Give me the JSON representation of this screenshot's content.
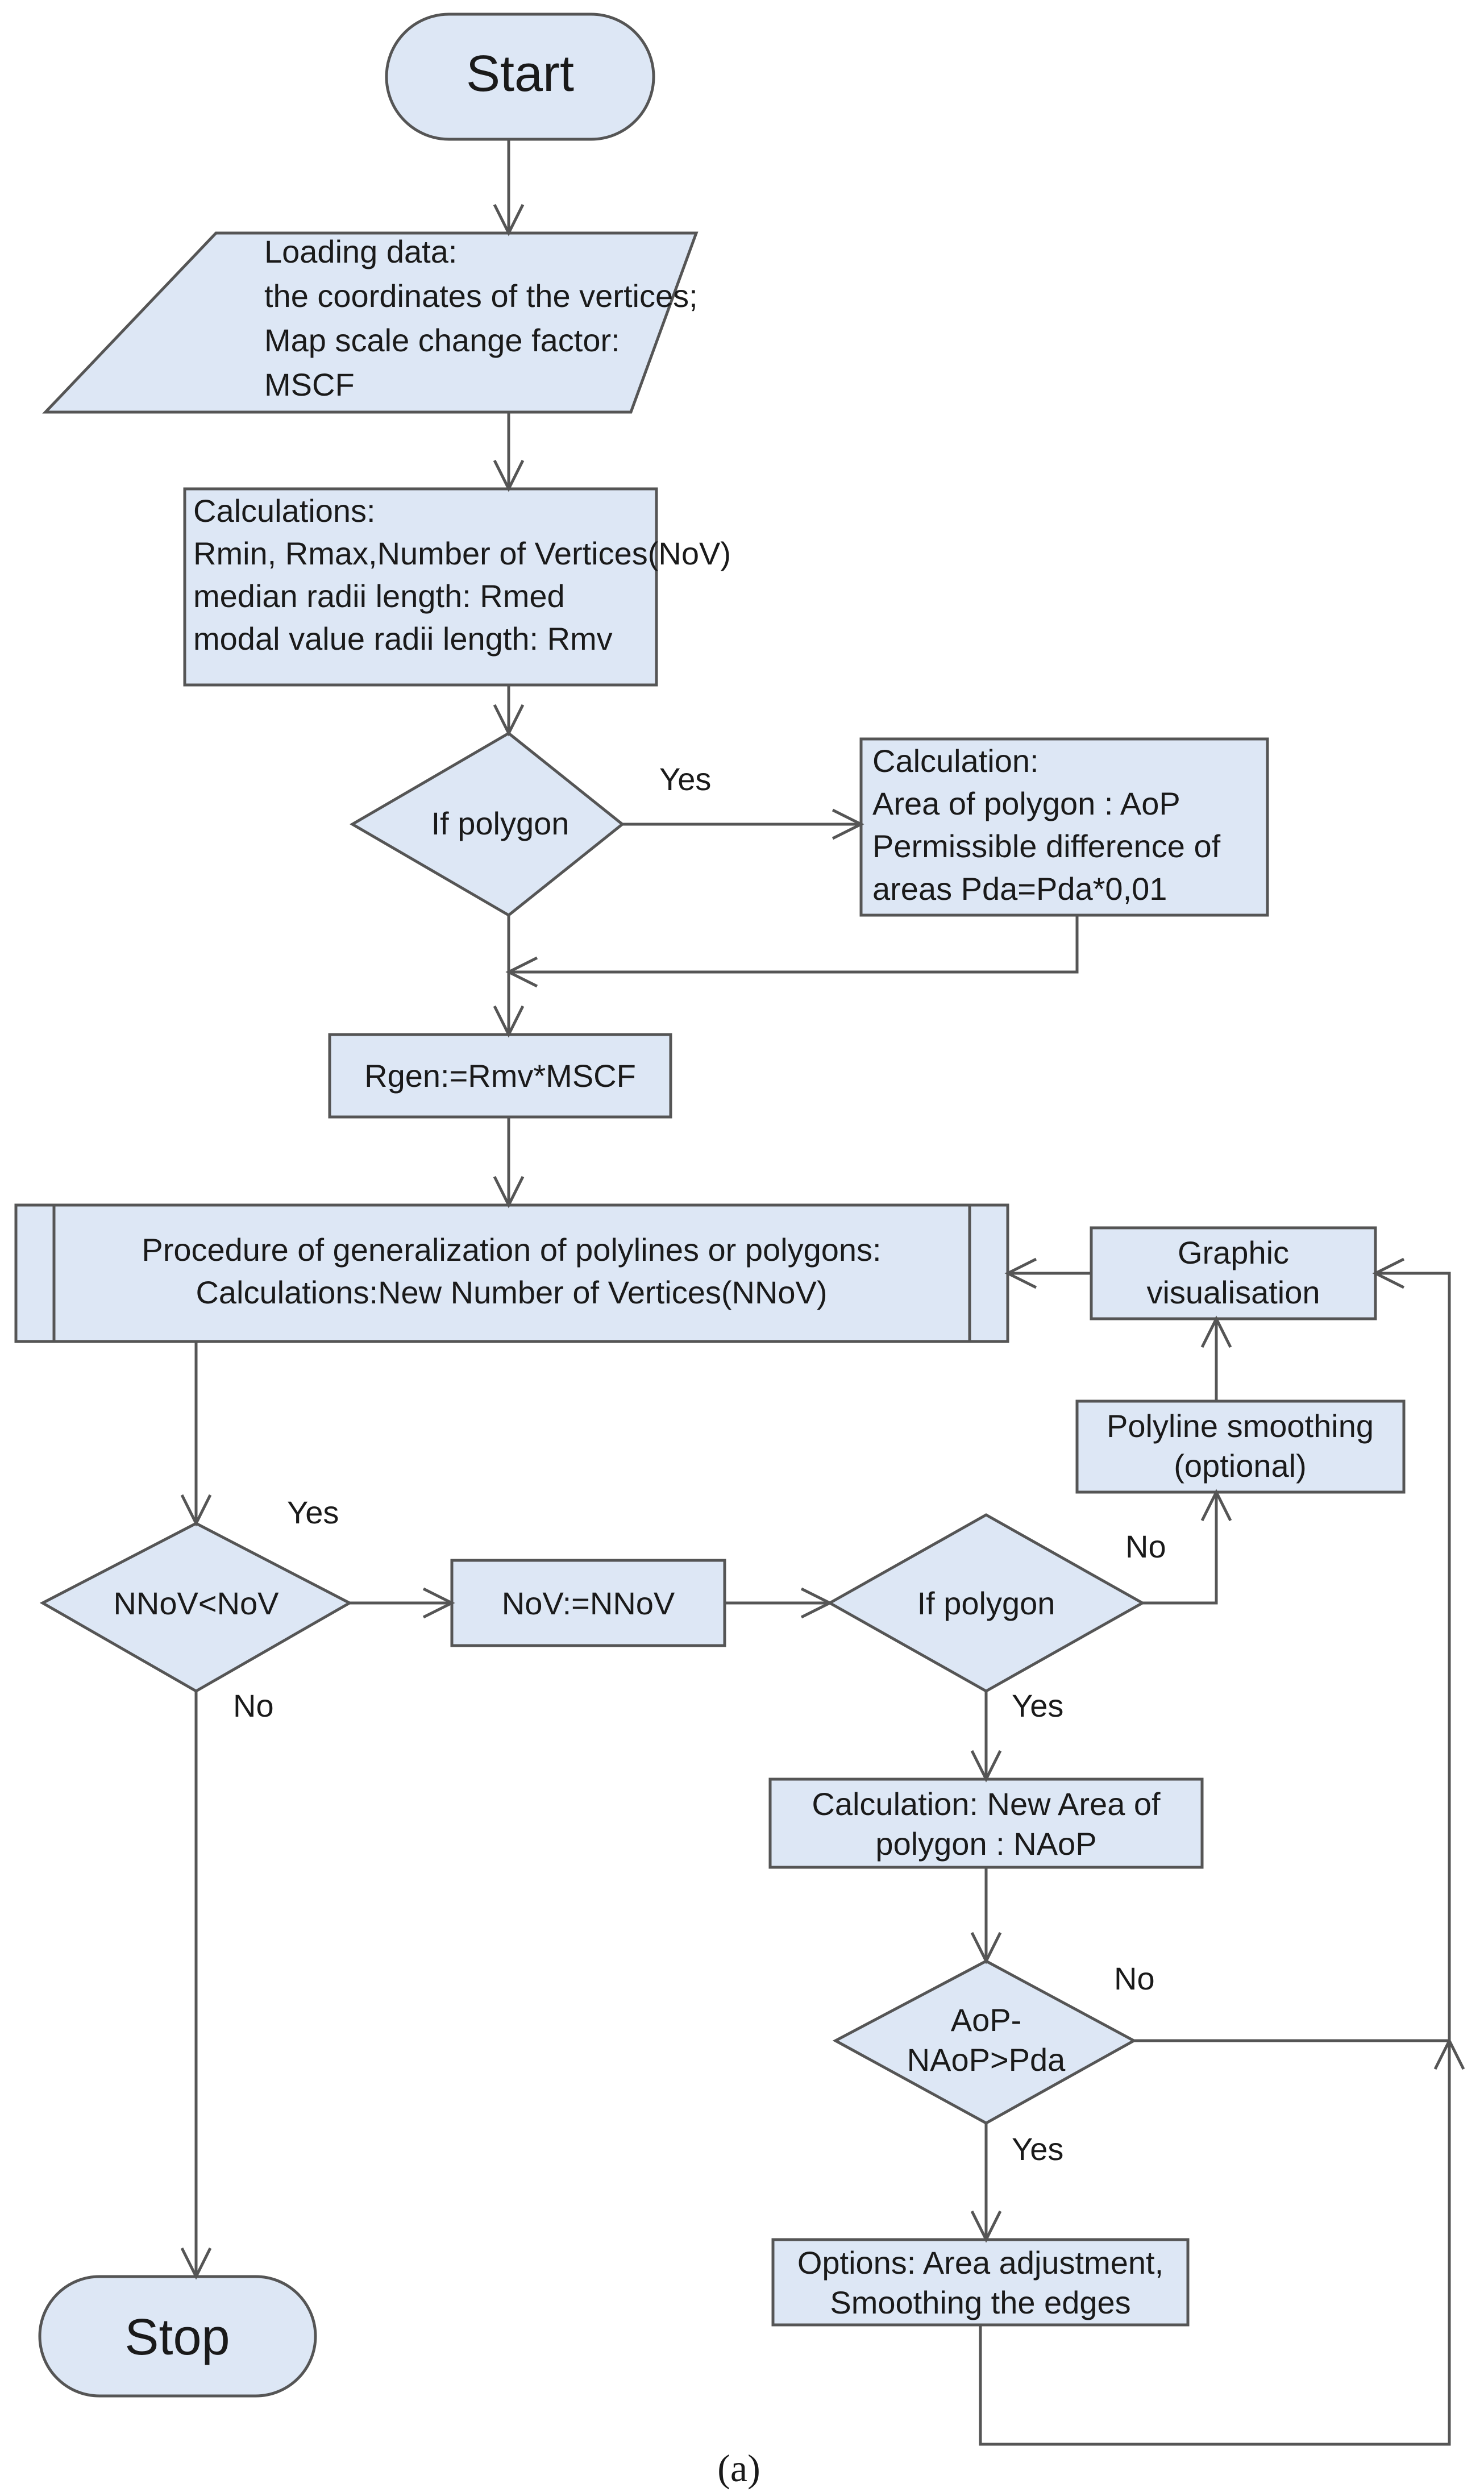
{
  "nodes": {
    "start": "Start",
    "loading": [
      "Loading data:",
      "the coordinates of the vertices;",
      "Map scale change factor:",
      "MSCF"
    ],
    "calculations": [
      "Calculations:",
      "Rmin, Rmax,Number of Vertices(NoV)",
      "median radii length: Rmed",
      "modal value radii length: Rmv"
    ],
    "if_polygon_1": "If polygon",
    "calc_area": [
      "Calculation:",
      "Area of polygon : AoP",
      "Permissible difference of",
      "areas Pda=Pda*0,01"
    ],
    "rgen": "Rgen:=Rmv*MSCF",
    "procedure": [
      "Procedure of generalization of polylines or polygons:",
      "Calculations:New Number of Vertices(NNoV)"
    ],
    "graphic_visualisation": [
      "Graphic",
      "visualisation"
    ],
    "polyline_smoothing": [
      "Polyline smoothing",
      "(optional)"
    ],
    "nnov_lt_nov": "NNoV<NoV",
    "nov_assign": "NoV:=NNoV",
    "if_polygon_2": "If polygon",
    "calc_new_area": [
      "Calculation: New Area of",
      "polygon : NAoP"
    ],
    "area_diff": [
      "AoP-",
      "NAoP>Pda"
    ],
    "options": [
      "Options: Area adjustment,",
      "Smoothing the edges"
    ],
    "stop": "Stop"
  },
  "edge_labels": {
    "if_polygon_1_yes": "Yes",
    "nnov_yes": "Yes",
    "nnov_no": "No",
    "if_polygon_2_no": "No",
    "if_polygon_2_yes": "Yes",
    "area_diff_no": "No",
    "area_diff_yes": "Yes"
  },
  "caption": "(a)"
}
